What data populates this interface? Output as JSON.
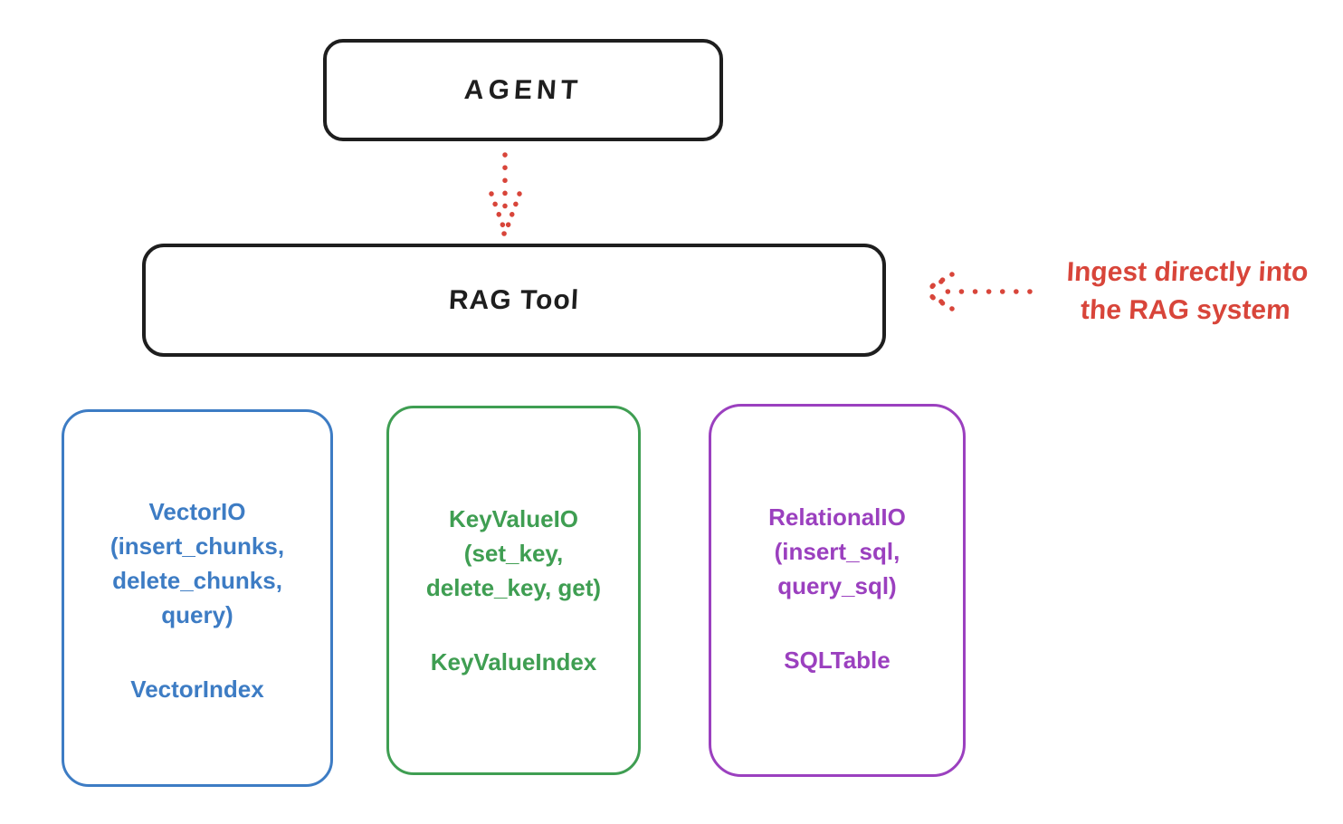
{
  "canvas": {
    "background": "#ffffff",
    "ink_color": "#1e1e1e",
    "accent_red": "#d8453a"
  },
  "agent": {
    "label": "AGENT"
  },
  "rag_tool": {
    "label": "RAG Tool"
  },
  "annotation": {
    "line1": "Ingest directly into",
    "line2": "the RAG system",
    "color": "#d8453a"
  },
  "arrows": {
    "agent_to_rag": {
      "style": "dotted",
      "color": "#d8453a",
      "direction": "down"
    },
    "ingest_into_rag": {
      "style": "dotted",
      "color": "#d8453a",
      "direction": "left"
    }
  },
  "backends": [
    {
      "name": "vector-io",
      "color": "#3d7cc4",
      "lines": [
        "VectorIO",
        "(insert_chunks,",
        "delete_chunks,",
        "query)"
      ],
      "index_label": "VectorIndex"
    },
    {
      "name": "key-value-io",
      "color": "#3f9e52",
      "lines": [
        "KeyValueIO",
        "(set_key,",
        "delete_key, get)"
      ],
      "index_label": "KeyValueIndex"
    },
    {
      "name": "relational-io",
      "color": "#9b40bf",
      "lines": [
        "RelationalIO",
        "(insert_sql,",
        "query_sql)"
      ],
      "index_label": "SQLTable"
    }
  ]
}
